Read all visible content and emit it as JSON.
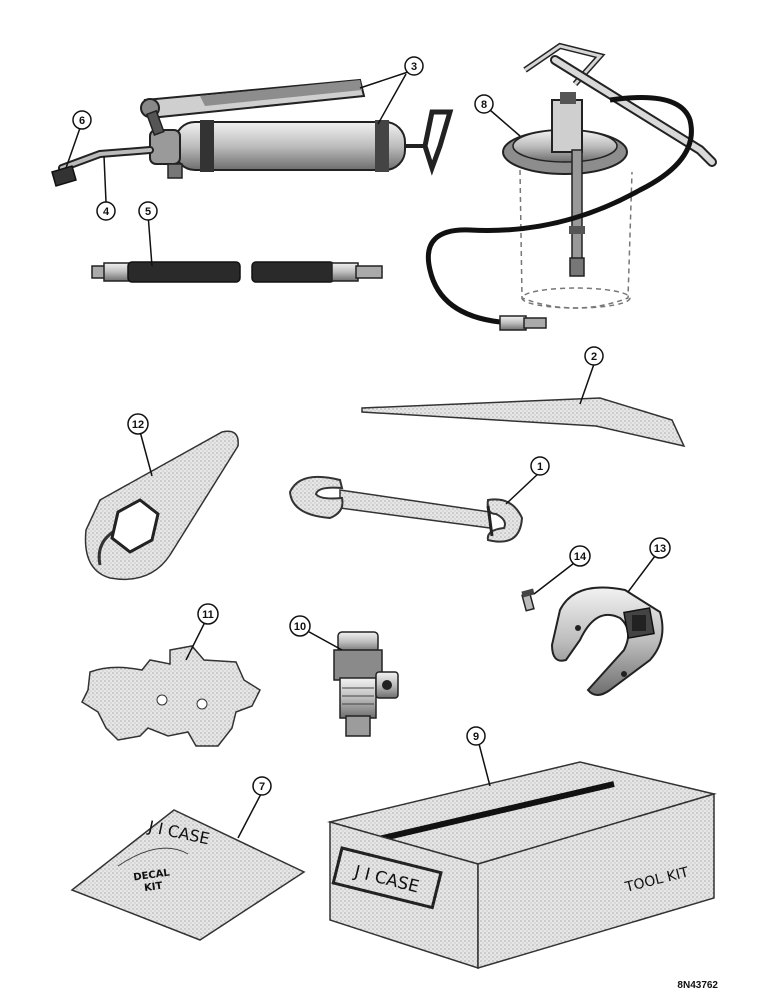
{
  "callouts": {
    "c1": "1",
    "c2": "2",
    "c3": "3",
    "c4": "4",
    "c5": "5",
    "c6": "6",
    "c7": "7",
    "c8": "8",
    "c9": "9",
    "c10": "10",
    "c11": "11",
    "c12": "12",
    "c13": "13",
    "c14": "14"
  },
  "decal_kit": {
    "brand": "J I CASE",
    "stamp_line1": "DECAL",
    "stamp_line2": "KIT"
  },
  "tool_box": {
    "brand_plate": "J I CASE",
    "side_text": "TOOL KIT"
  },
  "reference_code": "8N43762"
}
